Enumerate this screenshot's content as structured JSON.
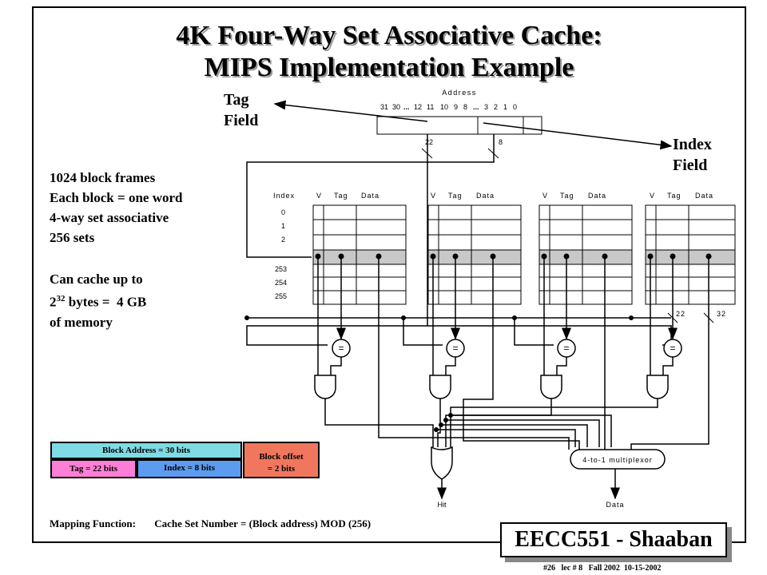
{
  "title_line1": "4K Four-Way Set Associative Cache:",
  "title_line2": "MIPS Implementation Example",
  "tag_field": [
    "Tag",
    "Field"
  ],
  "index_field": [
    "Index",
    "Field"
  ],
  "info_lines": [
    "1024 block frames",
    "Each block = one word",
    "4-way set associative",
    "256 sets"
  ],
  "capacity": {
    "line1": "Can cache up to",
    "base": "2",
    "exp": "32",
    "rest": " bytes =  4 GB",
    "line3": "of memory"
  },
  "address": {
    "label": "Address",
    "bits": [
      "31",
      "30",
      "...",
      "12",
      "11",
      "10",
      "9",
      "8",
      "...",
      "3",
      "2",
      "1",
      "0"
    ],
    "tag_width": "22",
    "index_width": "8"
  },
  "columns": {
    "index": "Index",
    "v": "V",
    "tag": "Tag",
    "data": "Data"
  },
  "index_rows": [
    "0",
    "1",
    "2",
    "253",
    "254",
    "255"
  ],
  "bus_widths": {
    "tag": "22",
    "data": "32"
  },
  "comparator_symbol": "=",
  "mux_label": "4-to-1 multiplexor",
  "hit_label": "Hit",
  "data_label": "Data",
  "block_address": {
    "label": "Block Address  = 30 bits",
    "tag": "Tag  = 22 bits",
    "index": "Index  = 8 bits",
    "offset_line1": "Block offset",
    "offset_line2": "=  2 bits"
  },
  "mapping": {
    "label": "Mapping Function:",
    "text": "Cache Set Number = (Block address) MOD (256)"
  },
  "logo": "EECC551 - Shaaban",
  "footer": "#26   lec # 8   Fall 2002  10-15-2002",
  "colors": {
    "block_address": "#7fdbe4",
    "tag": "#ff7fd6",
    "index": "#5b9bf0",
    "offset": "#f0775e",
    "highlight_row": "#c8c8c8"
  }
}
